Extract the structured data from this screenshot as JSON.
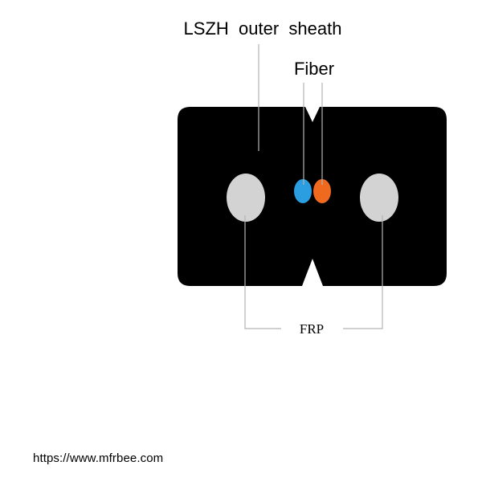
{
  "labels": {
    "sheath": "LSZH  outer  sheath",
    "fiber": "Fiber",
    "frp": "FRP"
  },
  "footer": {
    "url": "https://www.mfrbee.com"
  },
  "colors": {
    "sheath": "#000000",
    "frp": "#d3d3d3",
    "fiber_blue": "#2a9ee0",
    "fiber_orange": "#ef6a1e",
    "leader_line": "#b3b3b3"
  }
}
